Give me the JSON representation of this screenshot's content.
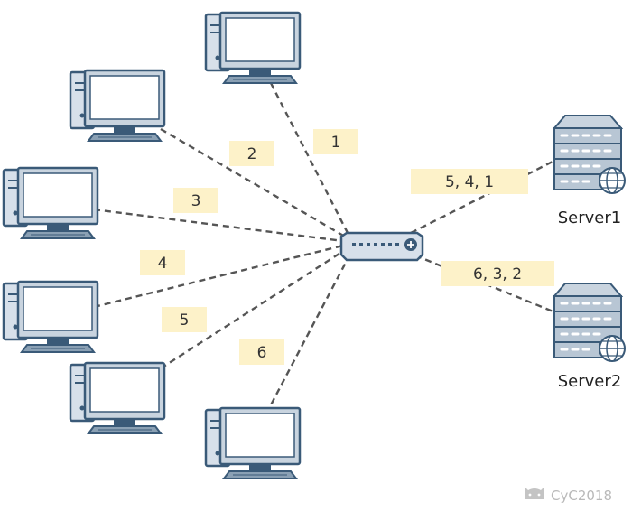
{
  "colors": {
    "outline": "#3a5a78",
    "screen": "#ffffff",
    "case": "#d7e0ea",
    "screen_frame": "#c9d4df",
    "keyboard": "#8aa0b4",
    "label_bg": "#fdf2c9",
    "dashed_line": "#555555",
    "watermark": "#b9b9b9"
  },
  "clients": [
    {
      "id": "client-top",
      "connection_label": "1"
    },
    {
      "id": "client-upper-left",
      "connection_label": "2"
    },
    {
      "id": "client-left-1",
      "connection_label": "3"
    },
    {
      "id": "client-left-2",
      "connection_label": "4"
    },
    {
      "id": "client-lower-left",
      "connection_label": "5"
    },
    {
      "id": "client-bottom",
      "connection_label": "6"
    }
  ],
  "servers": [
    {
      "id": "server-1",
      "name": "Server1",
      "connection_label": "5, 4, 1"
    },
    {
      "id": "server-2",
      "name": "Server2",
      "connection_label": "6, 3, 2"
    }
  ],
  "switch": {
    "icon": "network-switch-icon"
  },
  "watermark": {
    "text": "CyC2018",
    "icon": "github-octocat-icon"
  }
}
